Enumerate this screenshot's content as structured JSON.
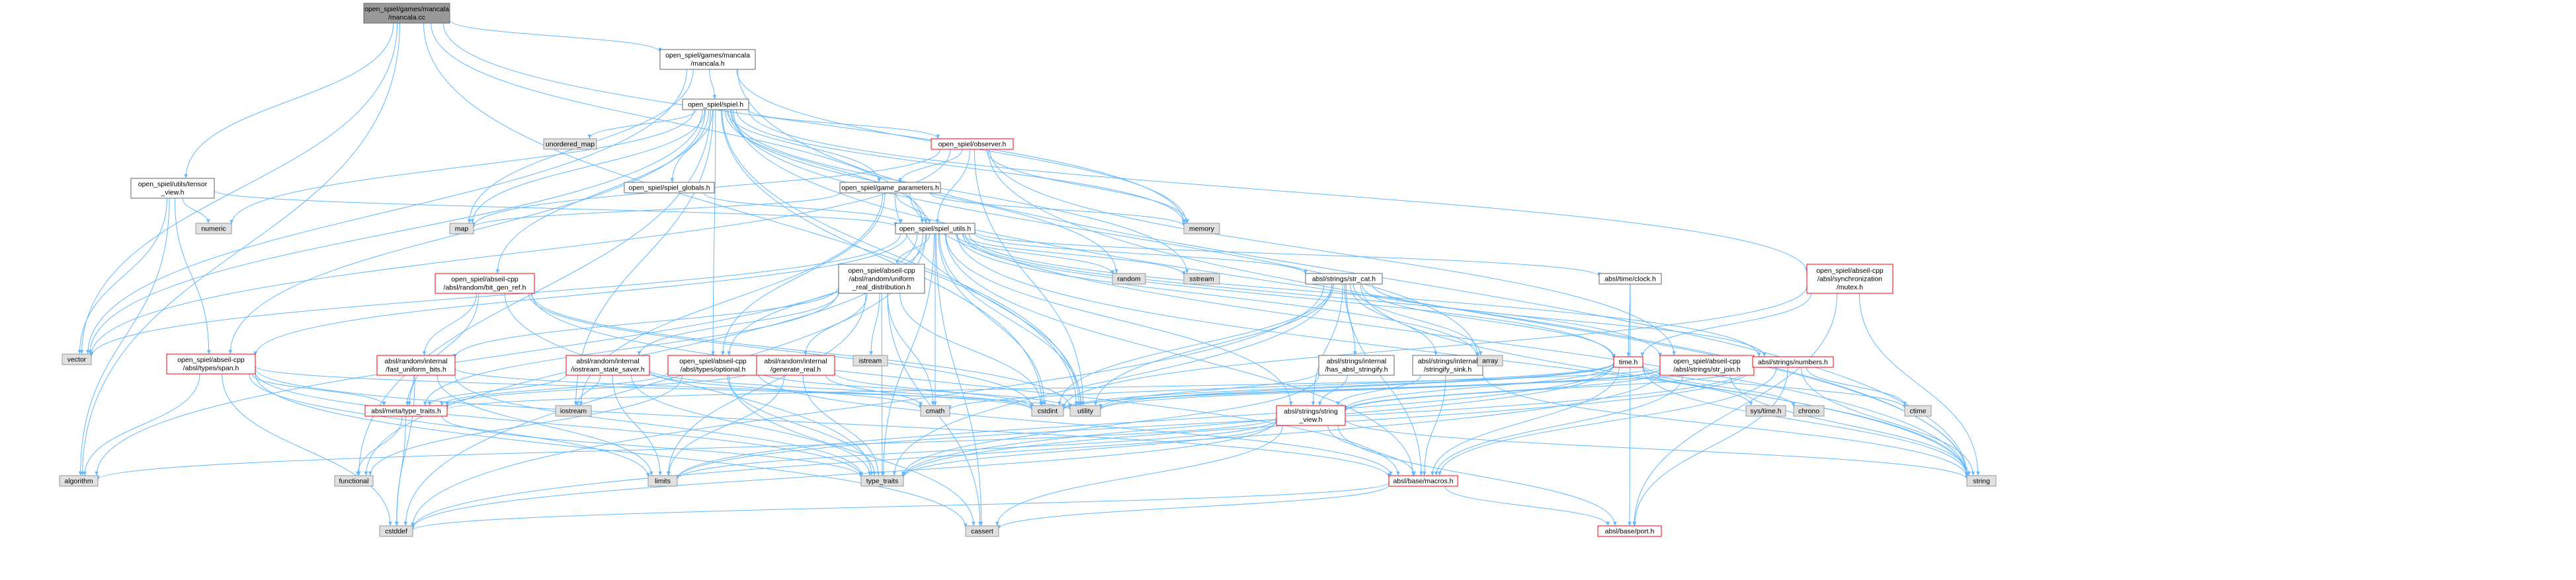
{
  "colors": {
    "edge": "#63b8ff",
    "root_fill": "#999999",
    "doc_fill": "#ffffff",
    "doc_border": "#666666",
    "red_border": "#ff0000",
    "sys_fill": "#e0e0e0",
    "sys_border": "#999999"
  },
  "nodes": [
    {
      "id": "root",
      "lines": [
        "open_spiel/games/mancala",
        "/mancala.cc"
      ],
      "kind": "root"
    },
    {
      "id": "mancala_h",
      "lines": [
        "open_spiel/games/mancala",
        "/mancala.h"
      ],
      "kind": "doc"
    },
    {
      "id": "spiel_h",
      "lines": [
        "open_spiel/spiel.h"
      ],
      "kind": "doc"
    },
    {
      "id": "tensor_view",
      "lines": [
        "open_spiel/utils/tensor",
        "_view.h"
      ],
      "kind": "doc"
    },
    {
      "id": "observer",
      "lines": [
        "open_spiel/observer.h"
      ],
      "kind": "red"
    },
    {
      "id": "unordered_map",
      "lines": [
        "unordered_map"
      ],
      "kind": "sys"
    },
    {
      "id": "spiel_globals",
      "lines": [
        "open_spiel/spiel_globals.h"
      ],
      "kind": "doc"
    },
    {
      "id": "game_params",
      "lines": [
        "open_spiel/game_parameters.h"
      ],
      "kind": "doc"
    },
    {
      "id": "numeric",
      "lines": [
        "numeric"
      ],
      "kind": "sys"
    },
    {
      "id": "map",
      "lines": [
        "map"
      ],
      "kind": "sys"
    },
    {
      "id": "memory",
      "lines": [
        "memory"
      ],
      "kind": "sys"
    },
    {
      "id": "spiel_utils",
      "lines": [
        "open_spiel/spiel_utils.h"
      ],
      "kind": "doc"
    },
    {
      "id": "bit_gen_ref",
      "lines": [
        "open_spiel/abseil-cpp",
        "/absl/random/bit_gen_ref.h"
      ],
      "kind": "red"
    },
    {
      "id": "uniform_real",
      "lines": [
        "open_spiel/abseil-cpp",
        "/absl/random/uniform",
        "_real_distribution.h"
      ],
      "kind": "doc"
    },
    {
      "id": "str_cat",
      "lines": [
        "absl/strings/str_cat.h"
      ],
      "kind": "doc"
    },
    {
      "id": "clock_h",
      "lines": [
        "absl/time/clock.h"
      ],
      "kind": "doc"
    },
    {
      "id": "mutex_h",
      "lines": [
        "open_spiel/abseil-cpp",
        "/absl/synchronization",
        "/mutex.h"
      ],
      "kind": "red"
    },
    {
      "id": "random",
      "lines": [
        "random"
      ],
      "kind": "sys"
    },
    {
      "id": "sstream",
      "lines": [
        "sstream"
      ],
      "kind": "sys"
    },
    {
      "id": "vector",
      "lines": [
        "vector"
      ],
      "kind": "sys"
    },
    {
      "id": "span_h",
      "lines": [
        "open_spiel/abseil-cpp",
        "/absl/types/span.h"
      ],
      "kind": "red"
    },
    {
      "id": "fast_uniform",
      "lines": [
        "absl/random/internal",
        "/fast_uniform_bits.h"
      ],
      "kind": "red"
    },
    {
      "id": "iostream_state",
      "lines": [
        "absl/random/internal",
        "/iostream_state_saver.h"
      ],
      "kind": "red"
    },
    {
      "id": "optional_h",
      "lines": [
        "open_spiel/abseil-cpp",
        "/absl/types/optional.h"
      ],
      "kind": "red"
    },
    {
      "id": "generate_real",
      "lines": [
        "absl/random/internal",
        "/generate_real.h"
      ],
      "kind": "red"
    },
    {
      "id": "istream",
      "lines": [
        "istream"
      ],
      "kind": "sys"
    },
    {
      "id": "has_absl_stringify",
      "lines": [
        "absl/strings/internal",
        "/has_absl_stringify.h"
      ],
      "kind": "doc"
    },
    {
      "id": "stringify_sink",
      "lines": [
        "absl/strings/internal",
        "/stringify_sink.h"
      ],
      "kind": "doc"
    },
    {
      "id": "array",
      "lines": [
        "array"
      ],
      "kind": "sys"
    },
    {
      "id": "time_h",
      "lines": [
        "time.h"
      ],
      "kind": "red"
    },
    {
      "id": "str_join",
      "lines": [
        "open_spiel/abseil-cpp",
        "/absl/strings/str_join.h"
      ],
      "kind": "red"
    },
    {
      "id": "numbers_h",
      "lines": [
        "absl/strings/numbers.h"
      ],
      "kind": "red"
    },
    {
      "id": "type_traits_meta",
      "lines": [
        "absl/meta/type_traits.h"
      ],
      "kind": "red"
    },
    {
      "id": "iostream",
      "lines": [
        "iostream"
      ],
      "kind": "sys"
    },
    {
      "id": "cmath",
      "lines": [
        "cmath"
      ],
      "kind": "sys"
    },
    {
      "id": "cstdint",
      "lines": [
        "cstdint"
      ],
      "kind": "sys"
    },
    {
      "id": "utility",
      "lines": [
        "utility"
      ],
      "kind": "sys"
    },
    {
      "id": "string_view",
      "lines": [
        "absl/strings/string",
        "_view.h"
      ],
      "kind": "red"
    },
    {
      "id": "sys_time",
      "lines": [
        "sys/time.h"
      ],
      "kind": "sys"
    },
    {
      "id": "chrono",
      "lines": [
        "chrono"
      ],
      "kind": "sys"
    },
    {
      "id": "ctime",
      "lines": [
        "ctime"
      ],
      "kind": "sys"
    },
    {
      "id": "algorithm",
      "lines": [
        "algorithm"
      ],
      "kind": "sys"
    },
    {
      "id": "functional",
      "lines": [
        "functional"
      ],
      "kind": "sys"
    },
    {
      "id": "limits",
      "lines": [
        "limits"
      ],
      "kind": "sys"
    },
    {
      "id": "type_traits",
      "lines": [
        "type_traits"
      ],
      "kind": "sys"
    },
    {
      "id": "macros",
      "lines": [
        "absl/base/macros.h"
      ],
      "kind": "red"
    },
    {
      "id": "string",
      "lines": [
        "string"
      ],
      "kind": "sys"
    },
    {
      "id": "cstddef",
      "lines": [
        "cstddef"
      ],
      "kind": "sys"
    },
    {
      "id": "cassert",
      "lines": [
        "cassert"
      ],
      "kind": "sys"
    },
    {
      "id": "port_h",
      "lines": [
        "absl/base/port.h"
      ],
      "kind": "red"
    }
  ]
}
